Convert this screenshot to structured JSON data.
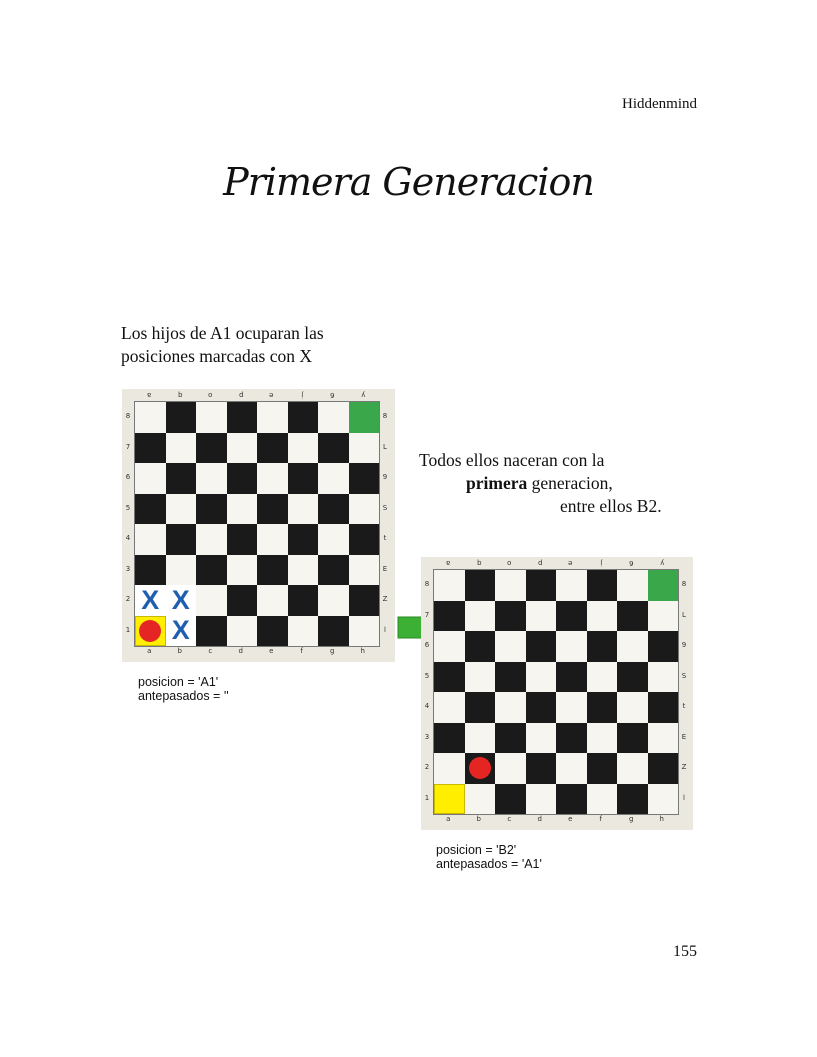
{
  "header": {
    "author": "Hiddenmind"
  },
  "title": "Primera Generacion",
  "intro": {
    "line1": "Los hijos de A1 ocuparan las",
    "line2": "posiciones marcadas con X"
  },
  "description": {
    "line1": "Todos ellos naceran con la",
    "line2_bold": "primera",
    "line2_rest": " generacion,",
    "line3": "entre ellos B2."
  },
  "board1": {
    "files": [
      "a",
      "b",
      "c",
      "d",
      "e",
      "f",
      "g",
      "h"
    ],
    "ranks": [
      "8",
      "7",
      "6",
      "5",
      "4",
      "3",
      "2",
      "1"
    ],
    "top_files": [
      "a",
      "q",
      "o",
      "p",
      "e",
      "j",
      "6",
      "y"
    ],
    "right_ranks": [
      "8",
      "L",
      "9",
      "S",
      "t",
      "E",
      "Z",
      "l"
    ],
    "highlights": {
      "yellow": [
        "a1"
      ],
      "green": [
        "h8"
      ],
      "white": [
        "a2",
        "b2",
        "b1"
      ]
    },
    "pieces": [
      "a1"
    ],
    "x_marks": [
      "a2",
      "b2",
      "b1"
    ],
    "x_symbol": "X",
    "caption": {
      "posicion": "posicion = 'A1'",
      "antepasados": "antepasados = ''"
    }
  },
  "board2": {
    "files": [
      "a",
      "b",
      "c",
      "d",
      "e",
      "f",
      "g",
      "h"
    ],
    "ranks": [
      "8",
      "7",
      "6",
      "5",
      "4",
      "3",
      "2",
      "1"
    ],
    "top_files": [
      "a",
      "q",
      "o",
      "p",
      "e",
      "j",
      "6",
      "y"
    ],
    "right_ranks": [
      "8",
      "L",
      "9",
      "S",
      "t",
      "E",
      "Z",
      "l"
    ],
    "highlights": {
      "yellow": [
        "a1"
      ],
      "green": [
        "h8"
      ],
      "white": []
    },
    "pieces": [
      "b2"
    ],
    "x_marks": [],
    "caption": {
      "posicion": "posicion = 'B2'",
      "antepasados": "antepasados = 'A1'"
    }
  },
  "arrow": {
    "icon": "right-arrow-icon",
    "color": "#3cb034"
  },
  "colors": {
    "yellow": "#ffee00",
    "green": "#3aa84a",
    "piece": "#e52424",
    "x": "#1f5fb0"
  },
  "page_number": "155"
}
